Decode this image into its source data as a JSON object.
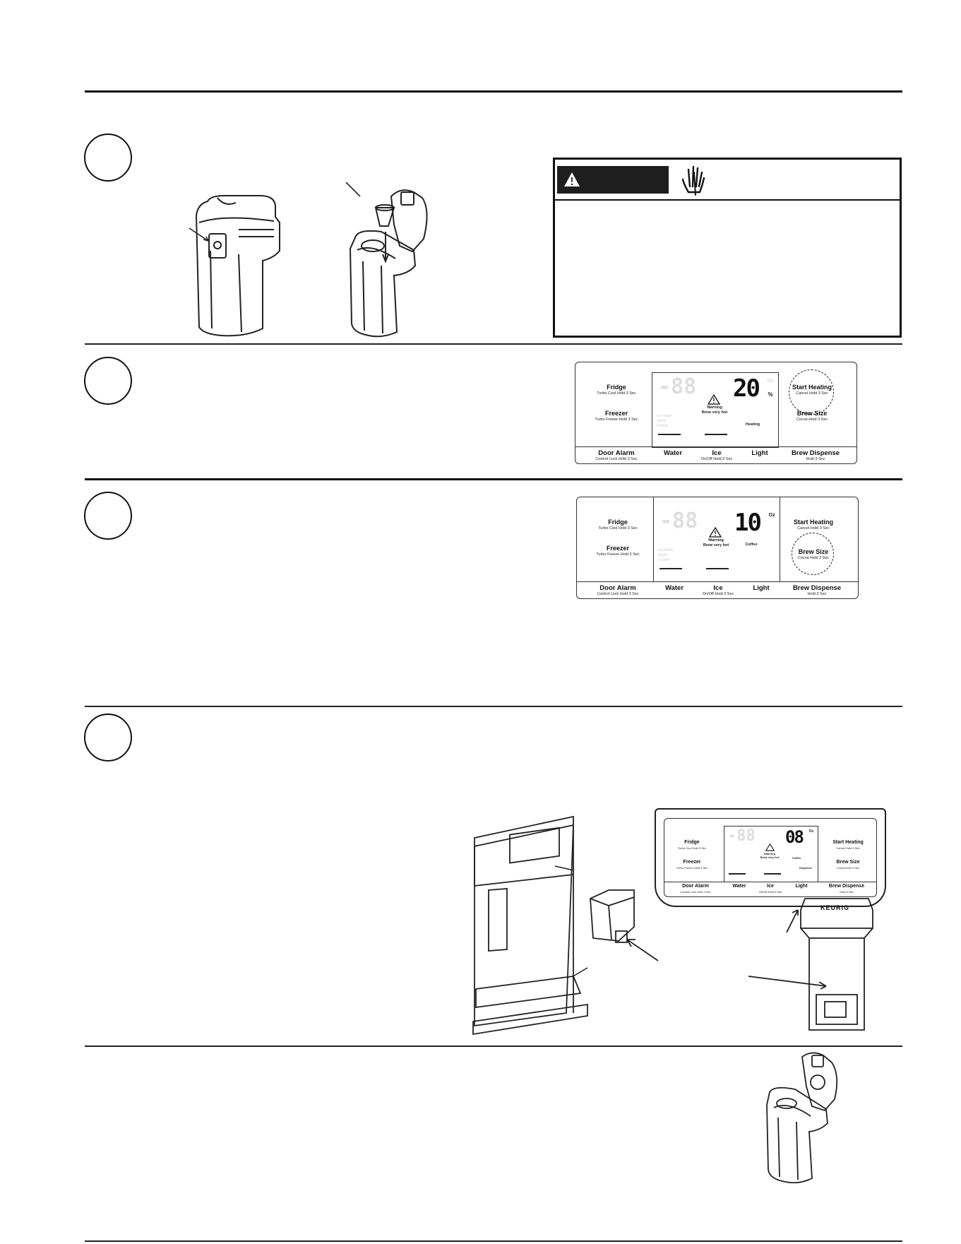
{
  "panel_1": {
    "fridge": {
      "label": "Fridge",
      "sub": "Turbo Cool Hold 3 Sec"
    },
    "freezer": {
      "label": "Freezer",
      "sub": "Turbo Freeze Hold 3 Sec"
    },
    "start_heating": {
      "label": "Start Heating",
      "sub": "Cancel Hold 3 Sec"
    },
    "brew_size": {
      "label": "Brew Size",
      "sub": "Cocoa Hold 3 Sec"
    },
    "door_alarm": {
      "label": "Door Alarm",
      "sub": "Control Lock Hold 3 Sec"
    },
    "water": "Water",
    "ice": {
      "label": "Ice",
      "sub": "On/Off Hold 3 Sec"
    },
    "light": "Light",
    "brew_dispense": {
      "label": "Brew Dispense",
      "sub": "Hold 3 Sec"
    },
    "display": {
      "digits": "20",
      "unit": "%",
      "unit_top": "Oz",
      "warning_line1": "Warning",
      "warning_line2": "Brew very hot",
      "status": "Heating"
    }
  },
  "panel_2": {
    "fridge": {
      "label": "Fridge",
      "sub": "Turbo Cool Hold 3 Sec"
    },
    "freezer": {
      "label": "Freezer",
      "sub": "Turbo Freeze Hold 3 Sec"
    },
    "start_heating": {
      "label": "Start Heating",
      "sub": "Cancel Hold 3 Sec"
    },
    "brew_size": {
      "label": "Brew Size",
      "sub": "Cocoa Hold 3 Sec"
    },
    "door_alarm": {
      "label": "Door Alarm",
      "sub": "Control Lock Hold 3 Sec"
    },
    "water": "Water",
    "ice": {
      "label": "Ice",
      "sub": "On/Off Hold 3 Sec"
    },
    "light": "Light",
    "brew_dispense": {
      "label": "Brew Dispense",
      "sub": "Hold 3 Sec"
    },
    "display": {
      "digits": "10",
      "unit_top": "Oz",
      "warning_line1": "Warning",
      "warning_line2": "Brew very hot",
      "status": "Coffee"
    }
  },
  "panel_3": {
    "fridge": {
      "label": "Fridge",
      "sub": "Turbo Cool Hold 3 Sec"
    },
    "freezer": {
      "label": "Freezer",
      "sub": "Turbo Freeze Hold 3 Sec"
    },
    "start_heating": {
      "label": "Start Heating",
      "sub": "Cancel Hold 3 Sec"
    },
    "brew_size": {
      "label": "Brew Size",
      "sub": "Cocoa Hold 3 Sec"
    },
    "door_alarm": {
      "label": "Door Alarm",
      "sub": "Control Lock Hold 3 Sec"
    },
    "water": "Water",
    "ice": {
      "label": "Ice",
      "sub": "On/Off Hold 3 Sec"
    },
    "light": "Light",
    "brew_dispense": {
      "label": "Brew Dispense",
      "sub": "Hold 3 Sec"
    },
    "display": {
      "digits": "08",
      "unit_top": "Oz",
      "warning_line1": "Warning",
      "warning_line2": "Brew very hot",
      "status": "Coffee",
      "status2": "Dispense"
    }
  },
  "brand_mark": "KEURIG",
  "icons": {
    "warning": "warning-triangle-icon",
    "hand": "hot-surface-hand-icon"
  }
}
